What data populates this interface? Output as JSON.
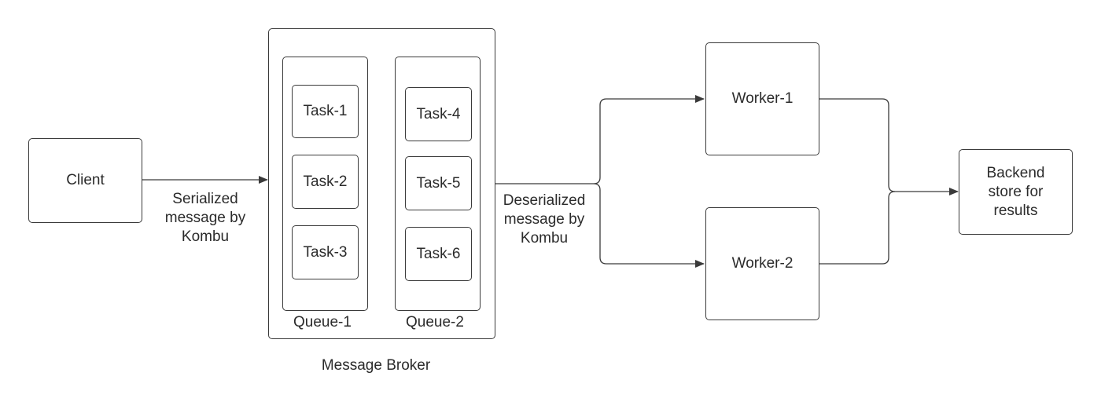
{
  "client": {
    "label": "Client"
  },
  "arrow_client_broker": {
    "label": "Serialized\nmessage by\nKombu"
  },
  "broker": {
    "label": "Message Broker",
    "queues": [
      {
        "label": "Queue-1",
        "tasks": [
          "Task-1",
          "Task-2",
          "Task-3"
        ]
      },
      {
        "label": "Queue-2",
        "tasks": [
          "Task-4",
          "Task-5",
          "Task-6"
        ]
      }
    ]
  },
  "arrow_broker_workers": {
    "label": "Deserialized\nmessage by\nKombu"
  },
  "workers": [
    {
      "label": "Worker-1"
    },
    {
      "label": "Worker-2"
    }
  ],
  "backend": {
    "label": "Backend\nstore for\nresults"
  }
}
